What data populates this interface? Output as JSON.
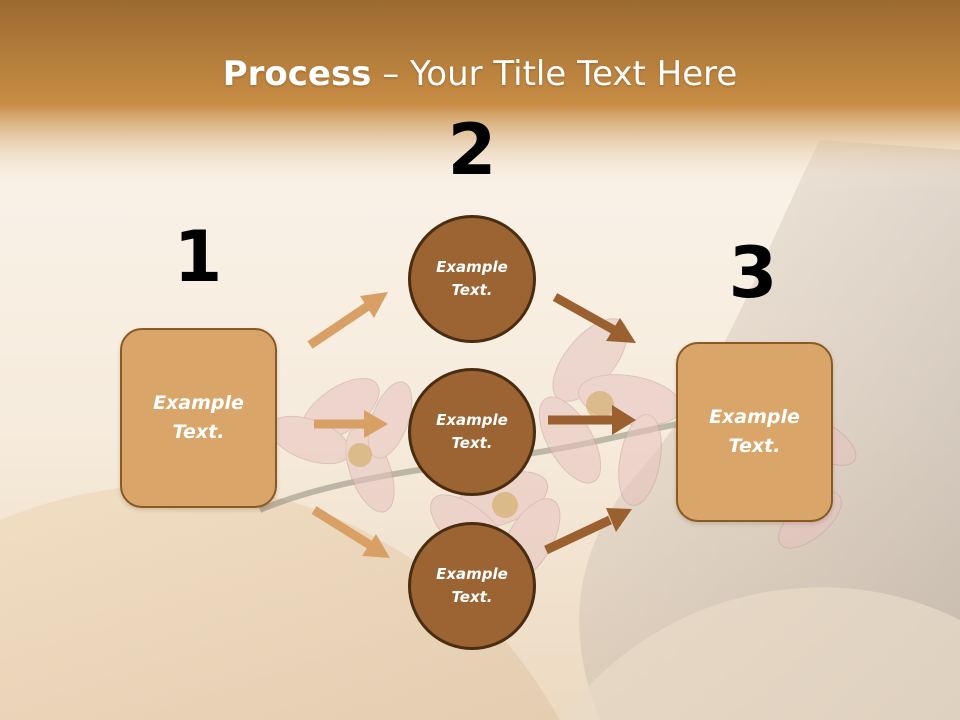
{
  "title": {
    "bold": "Process",
    "rest": " – Your Title Text Here"
  },
  "steps": {
    "n1": "1",
    "n2": "2",
    "n3": "3"
  },
  "nodes": {
    "left_box": "Example\nText.",
    "circle_top": "Example\nText.",
    "circle_mid": "Example\nText.",
    "circle_bottom": "Example\nText.",
    "right_box": "Example\nText."
  },
  "colors": {
    "header_band": "#c98d45",
    "box_fill": "#d9a569",
    "circle_fill": "#9b6432",
    "arrow_light": "#d9a066",
    "arrow_dark": "#9a6030"
  }
}
